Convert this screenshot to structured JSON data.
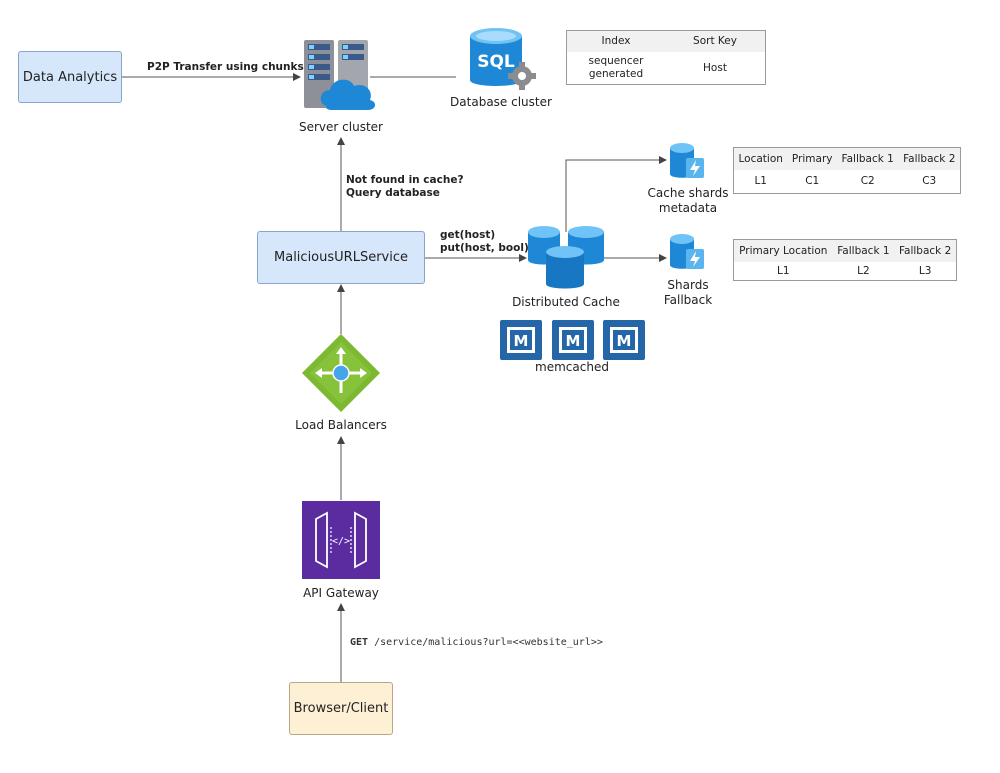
{
  "nodes": {
    "data_analytics": "Data Analytics",
    "server_cluster": "Server cluster",
    "database_cluster": "Database cluster",
    "sql_text": "SQL",
    "malicious_service": "MaliciousURLService",
    "distributed_cache": "Distributed Cache",
    "memcached": "memcached",
    "memcached_chip": "M",
    "cache_shards_metadata": [
      "Cache shards",
      "metadata"
    ],
    "shards_fallback": [
      "Shards",
      "Fallback"
    ],
    "load_balancers": "Load Balancers",
    "api_gateway": "API Gateway",
    "api_gateway_glyph": "</>",
    "browser_client": "Browser/Client"
  },
  "edges": {
    "p2p": "P2P Transfer using chunks",
    "not_found": [
      "Not found in cache?",
      "Query database"
    ],
    "cache_ops": [
      "get(host)",
      "put(host, bool)"
    ],
    "get_method": "GET",
    "get_path": "/service/malicious?url=<<website_url>>"
  },
  "tables": {
    "index": {
      "headers": [
        "Index",
        "Sort Key"
      ],
      "row": [
        "sequencer generated",
        "Host"
      ]
    },
    "shards": {
      "headers": [
        "Location",
        "Primary",
        "Fallback 1",
        "Fallback 2"
      ],
      "row": [
        "L1",
        "C1",
        "C2",
        "C3"
      ]
    },
    "fallback": {
      "headers": [
        "Primary Location",
        "Fallback 1",
        "Fallback 2"
      ],
      "row": [
        "L1",
        "L2",
        "L3"
      ]
    }
  },
  "colors": {
    "blue_box": "#d6e6fb",
    "cream_box": "#fdf0d5",
    "azure_blue": "#1e88d6",
    "gateway_purple": "#5a2ca0",
    "lb_green": "#7cb832",
    "chip_blue": "#2466a8"
  }
}
